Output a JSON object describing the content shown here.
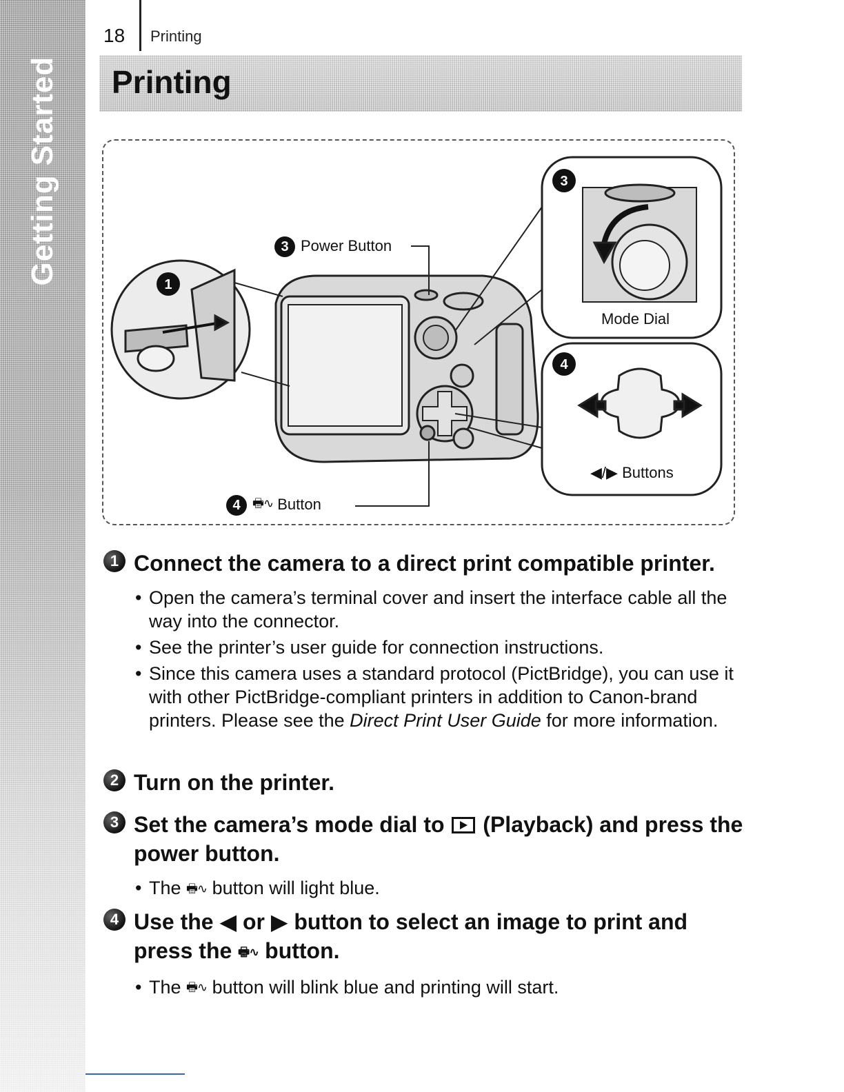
{
  "side_tab": {
    "label": "Getting Started"
  },
  "header": {
    "page_number": "18",
    "section": "Printing"
  },
  "title": "Printing",
  "figure": {
    "callouts": {
      "power": {
        "num": "3",
        "label": "Power Button"
      },
      "print": {
        "num": "4",
        "label": "Button"
      },
      "mode_dial": {
        "num": "3",
        "label": "Mode Dial"
      },
      "buttons": {
        "num": "4",
        "label": "Buttons"
      },
      "cable": {
        "num": "1"
      }
    }
  },
  "steps": [
    {
      "num": "1",
      "title": "Connect the camera to a direct print compatible printer.",
      "bullets": [
        "Open the camera’s terminal cover and insert the interface cable all the way into the connector.",
        "See the printer’s user guide for connection instructions."
      ],
      "b3_before": "Since this camera uses a standard protocol (PictBridge), you can use it with other PictBridge-compliant printers in addition to Canon-brand printers. Please see the ",
      "b3_italic": "Direct Print User Guide",
      "b3_after": " for more information."
    },
    {
      "num": "2",
      "title": "Turn on the printer."
    },
    {
      "num": "3",
      "title_before": "Set the camera’s mode dial to",
      "title_after": "(Playback) and press the power button.",
      "b_before": "The",
      "b_after": "button will light blue."
    },
    {
      "num": "4",
      "title_before": "Use the",
      "title_mid": "or",
      "title_mid2": "button to select an image to print and press the",
      "title_after": "button.",
      "b_before": "The",
      "b_after": "button will blink blue and printing will start."
    }
  ],
  "icons": {
    "print_share": "print-share-icon",
    "playback": "playback-icon",
    "left_arrow": "left-arrow-icon",
    "right_arrow": "right-arrow-icon"
  }
}
